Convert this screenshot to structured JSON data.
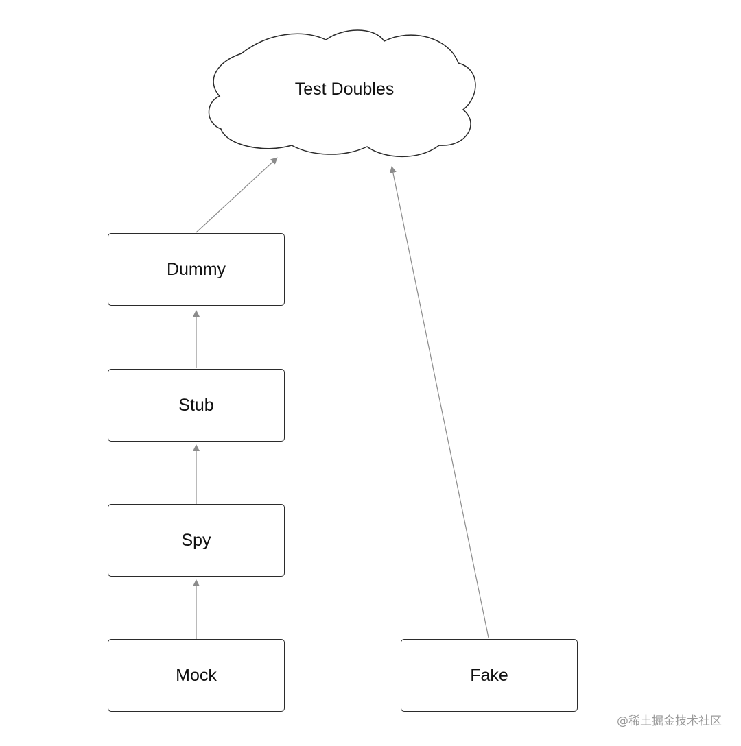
{
  "diagram": {
    "cloud": {
      "label": "Test Doubles"
    },
    "nodes": {
      "dummy": "Dummy",
      "stub": "Stub",
      "spy": "Spy",
      "mock": "Mock",
      "fake": "Fake"
    },
    "edges": [
      {
        "from": "dummy",
        "to": "cloud"
      },
      {
        "from": "stub",
        "to": "dummy"
      },
      {
        "from": "spy",
        "to": "stub"
      },
      {
        "from": "mock",
        "to": "spy"
      },
      {
        "from": "fake",
        "to": "cloud"
      }
    ],
    "colors": {
      "node_border": "#2b2b2b",
      "edge": "#8c8c8c",
      "text": "#111111"
    }
  },
  "watermark": "@稀土掘金技术社区"
}
